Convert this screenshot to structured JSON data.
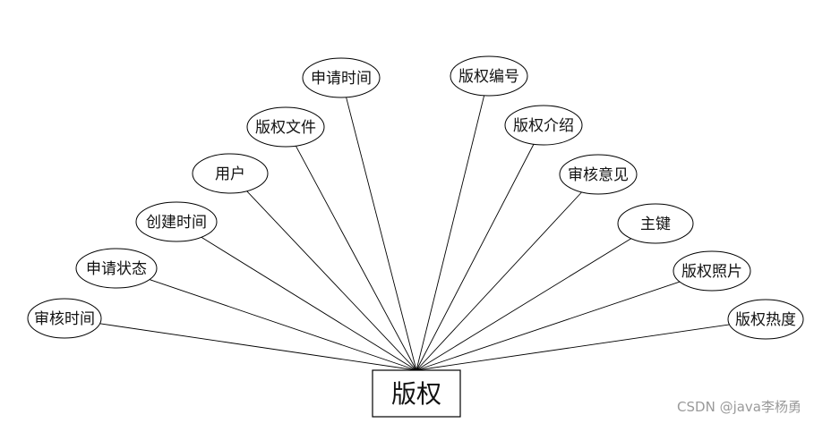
{
  "entity": {
    "label": "版权"
  },
  "attributes": [
    {
      "key": "review_time",
      "label": "审核时间"
    },
    {
      "key": "apply_status",
      "label": "申请状态"
    },
    {
      "key": "created_time",
      "label": "创建时间"
    },
    {
      "key": "user",
      "label": "用户"
    },
    {
      "key": "copyright_file",
      "label": "版权文件"
    },
    {
      "key": "apply_time",
      "label": "申请时间"
    },
    {
      "key": "copyright_no",
      "label": "版权编号"
    },
    {
      "key": "copyright_intro",
      "label": "版权介绍"
    },
    {
      "key": "review_opinion",
      "label": "审核意见"
    },
    {
      "key": "primary_key",
      "label": "主键"
    },
    {
      "key": "copyright_photo",
      "label": "版权照片"
    },
    {
      "key": "copyright_heat",
      "label": "版权热度"
    }
  ],
  "watermark": "CSDN @java李杨勇"
}
